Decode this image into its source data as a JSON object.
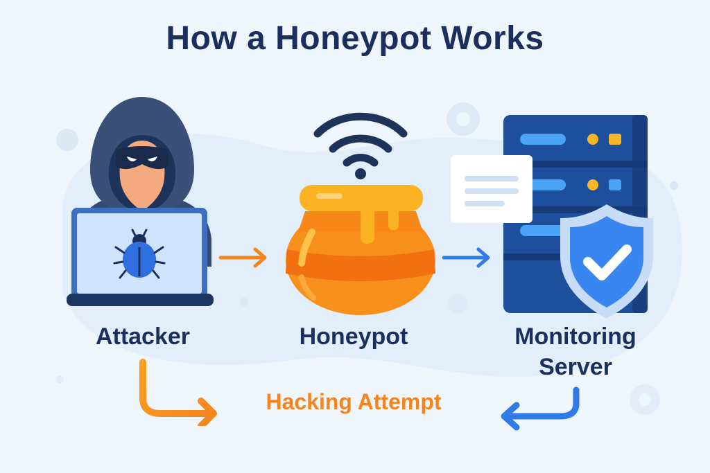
{
  "title": "How a Honeypot Works",
  "nodes": [
    {
      "id": "attacker",
      "label": "Attacker",
      "icon": "hooded-hacker-laptop-bug-icon"
    },
    {
      "id": "honeypot",
      "label": "Honeypot",
      "icon": "honey-pot-wifi-icon"
    },
    {
      "id": "server",
      "label_line1": "Monitoring",
      "label_line2": "Server",
      "icon": "server-shield-check-icon"
    }
  ],
  "edges": [
    {
      "from": "attacker",
      "to": "honeypot",
      "color": "#f5841f"
    },
    {
      "from": "honeypot",
      "to": "server",
      "color": "#2f7be8"
    }
  ],
  "bottom_flow": {
    "label": "Hacking Attempt",
    "left_arrow_color": "#f5931f",
    "right_arrow_color": "#2f7be8"
  },
  "colors": {
    "background": "#eef6fc",
    "title": "#1a2f5e",
    "accent_orange": "#f5841f",
    "accent_blue": "#2f7be8",
    "server_dark": "#1e4f9c"
  }
}
